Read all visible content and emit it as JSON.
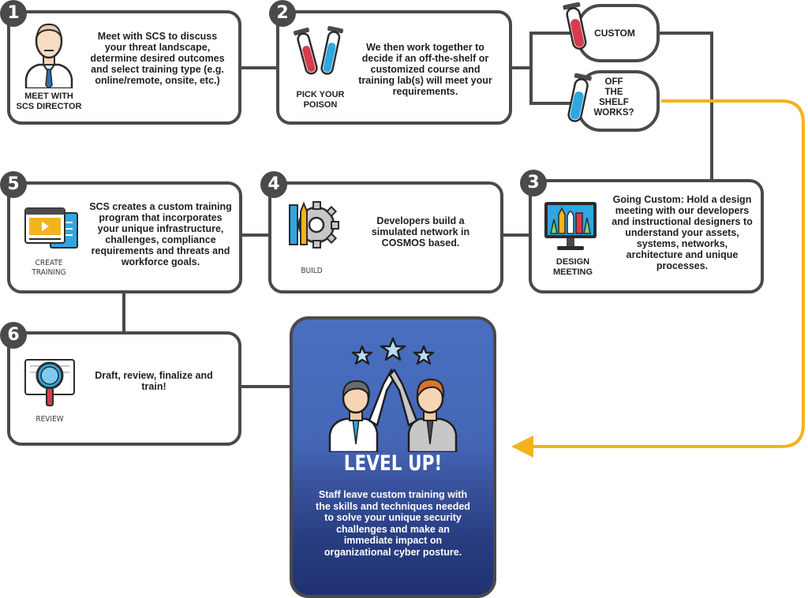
{
  "steps": [
    {
      "number": "1",
      "label": "MEET WITH SCS DIRECTOR",
      "label_lines": [
        "MEET WITH",
        "SCS DIRECTOR"
      ],
      "text": "Meet with SCS to discuss your threat landscape, determine desired outcomes and select training type (e.g. online/remote, onsite, etc.)",
      "icon": "businessman-icon"
    },
    {
      "number": "2",
      "label_lines": [
        "PICK YOUR",
        "POISON"
      ],
      "text": "We then work together to decide if an off-the-shelf or customized course and training lab(s) will meet your requirements.",
      "icon": "test-tubes-icon"
    },
    {
      "number": "3",
      "label_lines": [
        "DESIGN",
        "MEETING"
      ],
      "text": "Going Custom: Hold a design meeting with our developers and instructional designers to understand your assets, systems, networks, architecture and unique processes.",
      "icon": "design-monitor-icon"
    },
    {
      "number": "4",
      "label": "BUILD",
      "text": "Developers build a simulated network in COSMOS based.",
      "icon": "gear-tools-icon"
    },
    {
      "number": "5",
      "label_lines": [
        "CREATE",
        "TRAINING"
      ],
      "text": "SCS creates a custom training program that incorporates your unique infrastructure, challenges, compliance requirements and threats and workforce goals.",
      "icon": "video-training-icon"
    },
    {
      "number": "6",
      "label": "REVIEW",
      "text": "Draft, review, finalize and train!",
      "icon": "magnifier-document-icon"
    }
  ],
  "options": {
    "custom": "CUSTOM",
    "off_the_shelf_lines": [
      "OFF",
      "THE",
      "SHELF",
      "WORKS?"
    ]
  },
  "level_up": {
    "title": "LEVEL UP!",
    "text": "Staff leave custom training with the skills and techniques needed to solve your unique security challenges and make an immediate impact on organizational cyber posture.",
    "icon": "high-five-icon"
  },
  "colors": {
    "border": "#4a4a4a",
    "arrow": "#f5b21f",
    "blue_top": "#4a6fc0",
    "blue_bottom": "#1f3173",
    "red_liquid": "#d83a4e",
    "blue_liquid": "#2fa7e0"
  }
}
